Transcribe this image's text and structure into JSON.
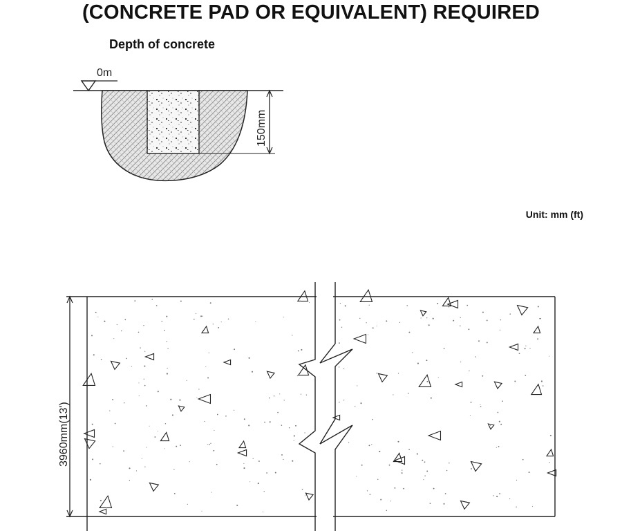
{
  "title": "(CONCRETE PAD OR EQUIVALENT) REQUIRED",
  "depth_section": {
    "heading": "Depth of concrete",
    "ground_label": "0m",
    "depth_dimension": "150mm"
  },
  "unit_note": "Unit: mm (ft)",
  "plan": {
    "width_dimension": "3960mm(13')"
  }
}
